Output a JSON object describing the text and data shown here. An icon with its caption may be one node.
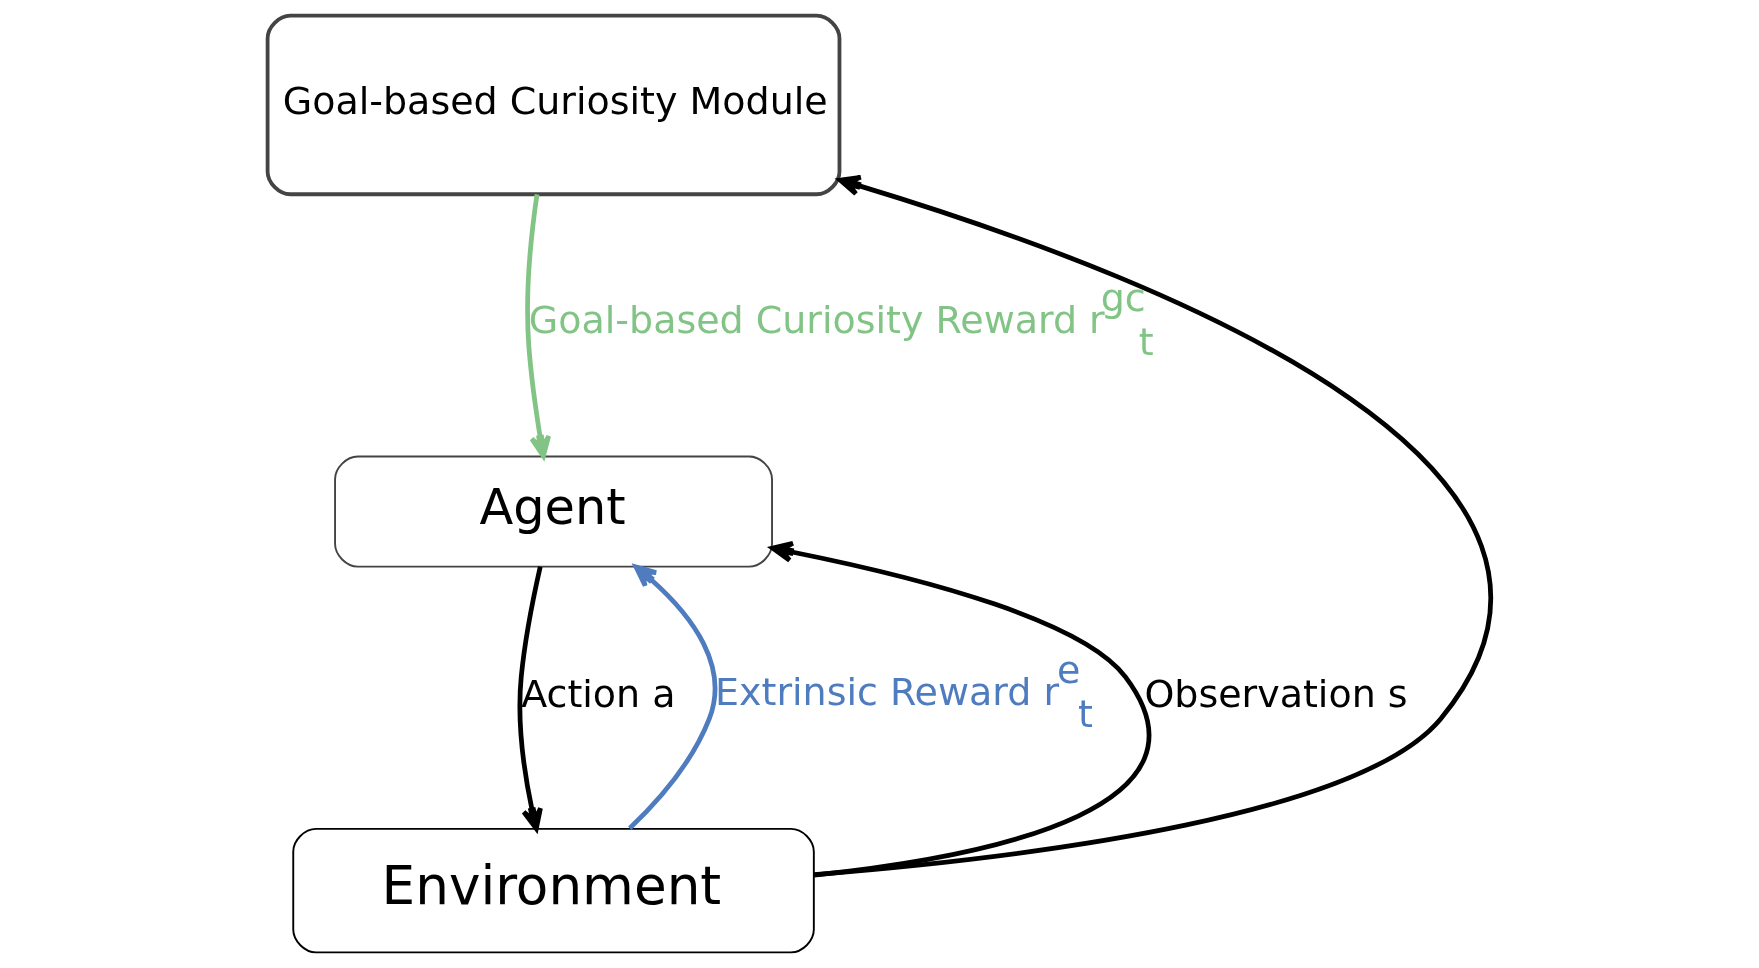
{
  "diagram": {
    "nodes": [
      {
        "text": [
          "Goal-based Curiosity Module"
        ]
      },
      {
        "text": [
          "Agent"
        ]
      },
      {
        "text": [
          "Environment"
        ]
      }
    ],
    "edges": [
      {
        "from": 0,
        "to": 1,
        "arrow": "to",
        "label": "Goal-based Curiosity Reward r$^{gc}$$_{t}$",
        "color": "#82c485"
      },
      {
        "from": 2,
        "to": 1,
        "arrow": "to",
        "label": "Extrinsic Reward r$^{e}$$_{t}$",
        "color": "#4f7bbf"
      },
      {
        "from": 1,
        "to": 2,
        "arrow": "to",
        "label": "Action a"
      },
      {
        "from": 2,
        "to": 1,
        "arrow": "to",
        "label": "Observation s"
      },
      {
        "from": 2,
        "to": 0,
        "arrow": "to"
      }
    ]
  }
}
